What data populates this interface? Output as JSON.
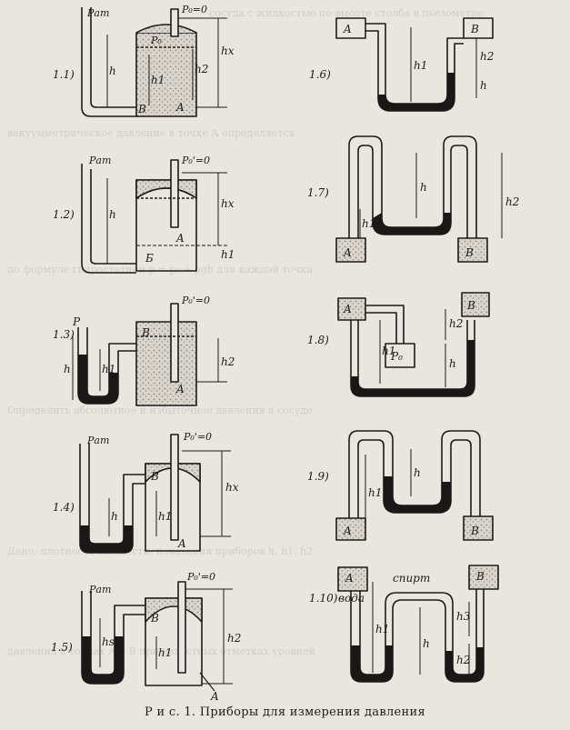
{
  "caption": "Р и с. 1.   Приборы для измерения давления",
  "colors": {
    "paper": "#e9e6df",
    "ink": "#1d1b18",
    "liquid": "#1a1816",
    "speckle": "#b9b4aa"
  },
  "labels": {
    "p_atm": "Pат",
    "p_zero": "P₀'=0",
    "p_zero_b": "P₀=0",
    "p": "P",
    "p0": "P₀",
    "h": "h",
    "hx": "hx",
    "h1": "h1",
    "h2": "h2",
    "h3": "h3",
    "hs": "hs",
    "A": "A",
    "B": "B",
    "Bcyr": "Б",
    "voda": "вода",
    "spirt": "спирт"
  },
  "figures": {
    "f11": "1.1)",
    "f12": "1.2)",
    "f13": "1.3)",
    "f14": "1.4)",
    "f15": "1.5)",
    "f16": "1.6)",
    "f17": "1.7)",
    "f18": "1.8)",
    "f19": "1.9)",
    "f110": "1.10)"
  }
}
